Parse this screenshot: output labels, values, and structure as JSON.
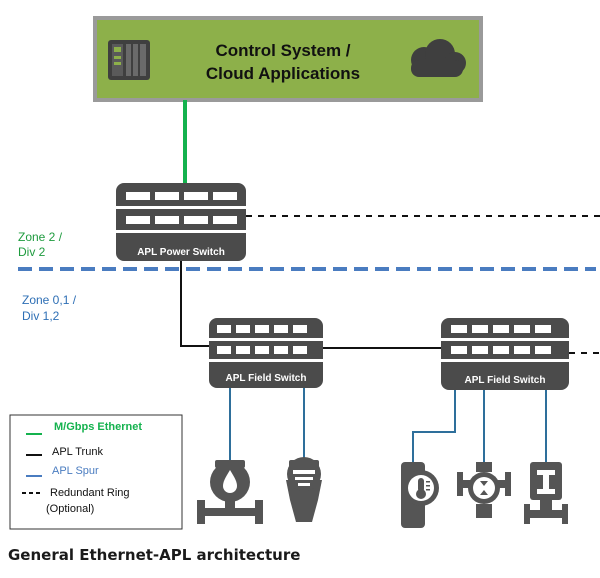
{
  "title_line1": "Control System /",
  "title_line2": "Cloud Applications",
  "power_switch_label": "APL Power Switch",
  "field_switch_left_label": "APL Field Switch",
  "field_switch_right_label": "APL Field Switch",
  "zone_upper_line1": "Zone 2 /",
  "zone_upper_line2": "Div 2",
  "zone_lower_line1": "Zone 0,1 /",
  "zone_lower_line2": "Div 1,2",
  "legend": {
    "ethernet": "M/Gbps Ethernet",
    "trunk": "APL Trunk",
    "spur": "APL Spur",
    "ring_line1": "Redundant Ring",
    "ring_line2": "(Optional)"
  },
  "caption": "General Ethernet-APL architecture",
  "colors": {
    "control_box_fill": "#8db04a",
    "ethernet_green": "#14b24e",
    "zone_upper_green": "#1e9b3e",
    "zone_blue": "#2e6fb5",
    "spur_blue": "#2e6f9b",
    "dashed_blue": "#4a7cc0",
    "switch_gray": "#4b4b4b",
    "device_gray": "#555555"
  },
  "icons": [
    "controller-icon",
    "cloud-icon",
    "switch-icon",
    "flow-meter-icon",
    "level-meter-icon",
    "temperature-transmitter-icon",
    "pressure-transmitter-icon",
    "valve-icon"
  ]
}
